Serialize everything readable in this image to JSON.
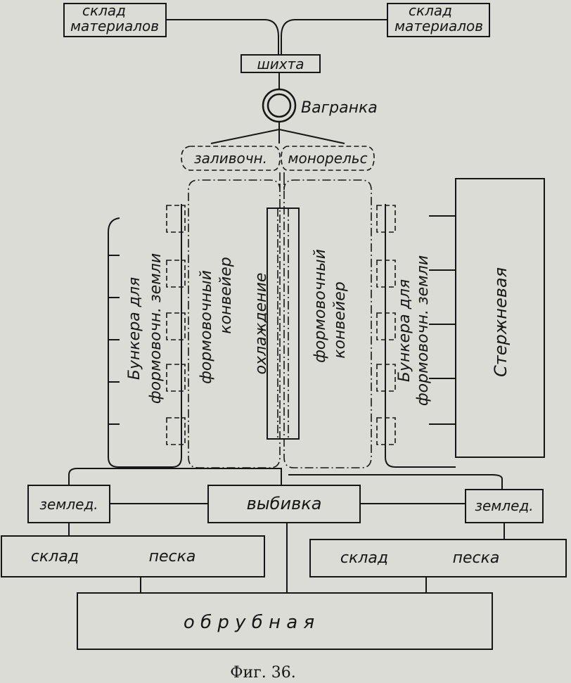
{
  "labels": {
    "sklad_left_1": "склад",
    "sklad_left_2": "материалов",
    "sklad_right_1": "склад",
    "sklad_right_2": "материалов",
    "shikhta": "шихта",
    "vagranka": "Вагранка",
    "zalivochn": "заливочн.",
    "monorels": "монорельс",
    "bunkera_left_1": "Бункера  для",
    "bunkera_left_2": "формовочн. земли",
    "conveyor_left_1": "формовочный",
    "conveyor_left_2": "конвейер",
    "okhlazhdenie": "охлаждение",
    "conveyor_right_1": "формовочный",
    "conveyor_right_2": "конвейер",
    "bunkera_right_1": "Бункера  для",
    "bunkera_right_2": "формовочн. земли",
    "sterzhnevaya": "Стержневая",
    "zemled_left": "землед.",
    "vybivka": "выбивка",
    "zemled_right": "землед.",
    "sklad_peska_left_1": "склад",
    "sklad_peska_left_2": "песка",
    "sklad_peska_right_1": "склад",
    "sklad_peska_right_2": "песка",
    "obrubnaya": "о б р у б н а я",
    "caption": "Фиг. 36."
  }
}
